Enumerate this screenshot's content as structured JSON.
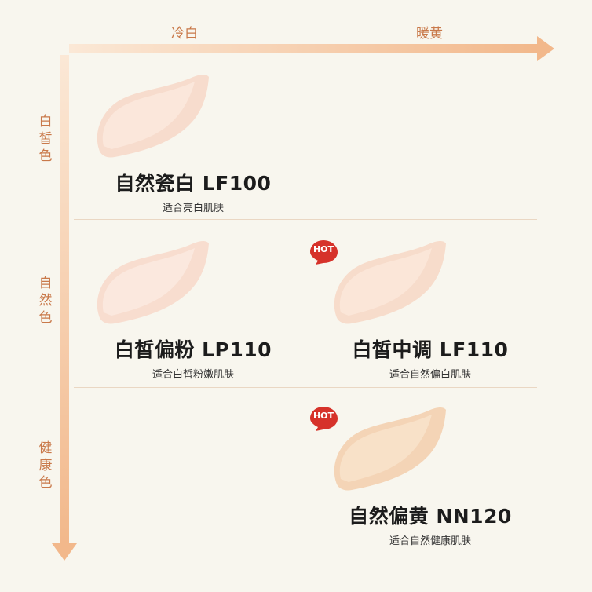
{
  "axes": {
    "top": [
      "冷白",
      "暖黄"
    ],
    "left": [
      "白皙色",
      "自然色",
      "健康色"
    ]
  },
  "badge": "HOT",
  "colors": {
    "accent": "#c9794a",
    "hot": "#d6322a"
  },
  "products": [
    {
      "name": "自然瓷白 LF100",
      "desc": "适合亮白肌肤",
      "hot": false
    },
    {
      "name": "白皙偏粉 LP110",
      "desc": "适合白皙粉嫩肌肤",
      "hot": false
    },
    {
      "name": "白皙中调 LF110",
      "desc": "适合自然偏白肌肤",
      "hot": true
    },
    {
      "name": "自然偏黄 NN120",
      "desc": "适合自然健康肌肤",
      "hot": true
    }
  ]
}
